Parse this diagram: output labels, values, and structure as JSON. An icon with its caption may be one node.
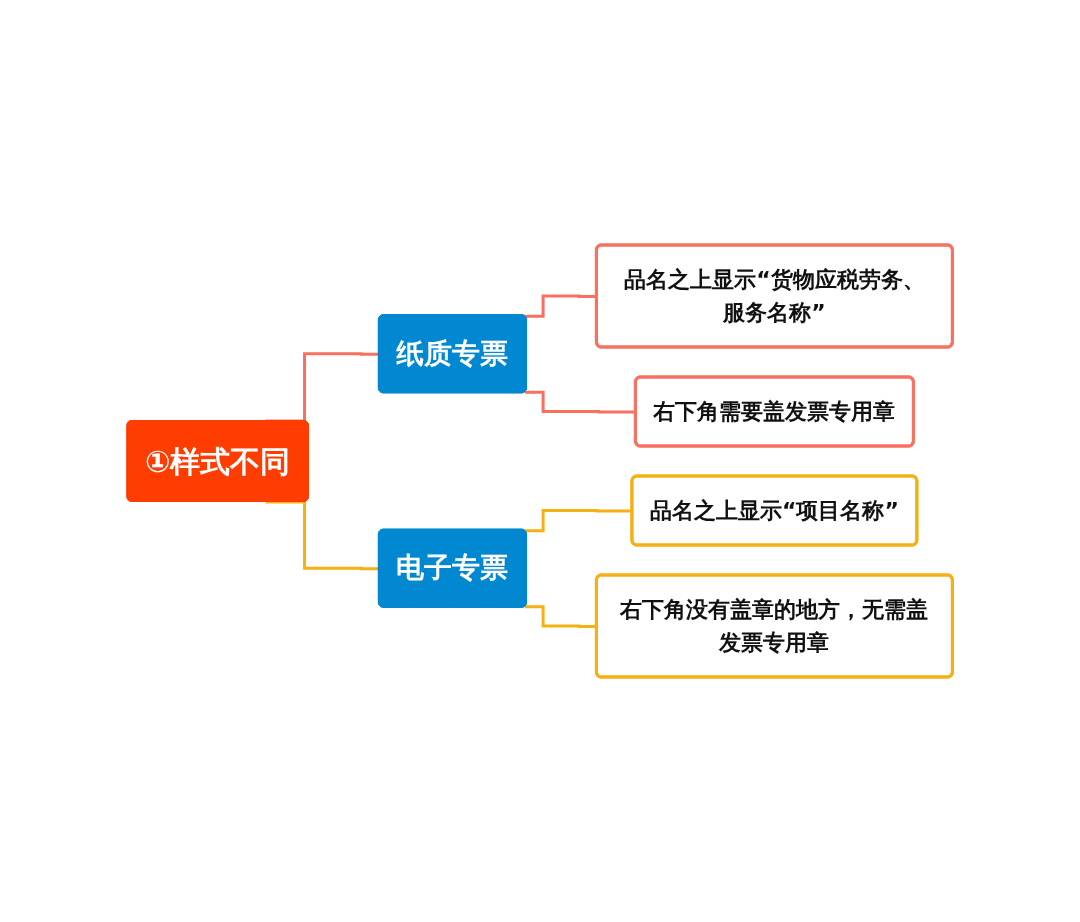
{
  "diagram": {
    "nodes": [
      {
        "text": [
          "①样式不同"
        ]
      },
      {
        "text": [
          "纸质专票"
        ]
      },
      {
        "text": [
          "品名之上显示“货物应税劳务、服务名称”"
        ]
      },
      {
        "text": [
          "右下角需要盖发票专用章"
        ]
      },
      {
        "text": [
          "电子专票"
        ]
      },
      {
        "text": [
          "品名之上显示“项目名称”"
        ]
      },
      {
        "text": [
          "右下角没有盖章的地方，无需盖发票专用章"
        ]
      }
    ],
    "edges": [
      {
        "from": 0,
        "to": 1,
        "arrow": "none",
        "color": "#f87060"
      },
      {
        "from": 1,
        "to": 2,
        "arrow": "none",
        "color": "#f87060"
      },
      {
        "from": 1,
        "to": 3,
        "arrow": "none",
        "color": "#f87060"
      },
      {
        "from": 0,
        "to": 4,
        "arrow": "none",
        "color": "#f5b014"
      },
      {
        "from": 4,
        "to": 5,
        "arrow": "none",
        "color": "#f5b014"
      },
      {
        "from": 4,
        "to": 6,
        "arrow": "none",
        "color": "#f5b014"
      }
    ]
  }
}
